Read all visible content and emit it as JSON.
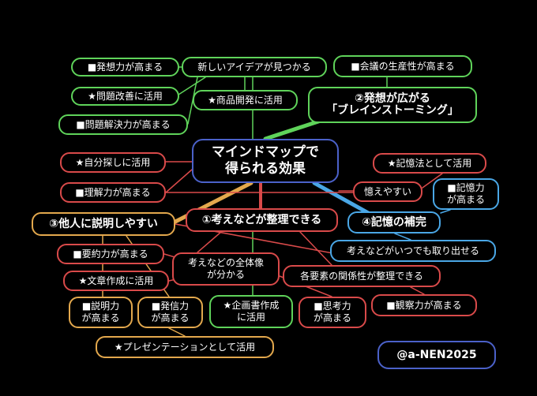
{
  "colors": {
    "green": "#5fd35a",
    "red": "#d94a4a",
    "orange": "#e3a84d",
    "blue": "#4aa7e6",
    "center_border": "#4b61c9",
    "background": "#000000"
  },
  "center": "マインドマップで\n得られる効果",
  "branches": {
    "idea": {
      "title": "②発想が広がる\n「ブレインストーミング」",
      "new_idea": "新しいアイデアが見つかる",
      "items": [
        "■発想力が高まる",
        "★問題改善に活用",
        "■問題解決力が高まる",
        "★商品開発に活用",
        "■会議の生産性が高まる"
      ]
    },
    "organize": {
      "title": "①考えなどが整理できる",
      "overview": "考えなどの全体像\nが分かる",
      "relation": "各要素の関係性が整理できる",
      "items": [
        "★企画書作成\nに活用",
        "■思考力\nが高まる",
        "■観察力が高まる"
      ]
    },
    "explain": {
      "title": "③他人に説明しやすい",
      "items": [
        "★自分探しに活用",
        "■理解力が高まる",
        "■要約力が高まる",
        "★文章作成に活用",
        "■説明力\nが高まる",
        "■発信力\nが高まる",
        "★プレゼンテーションとして活用"
      ]
    },
    "memory": {
      "title": "④記憶の補完",
      "items": [
        "★記憶法として活用",
        "憶えやすい",
        "■記憶力\nが高まる",
        "考えなどがいつでも取り出せる"
      ]
    }
  },
  "credit": "@a-NEN2025"
}
